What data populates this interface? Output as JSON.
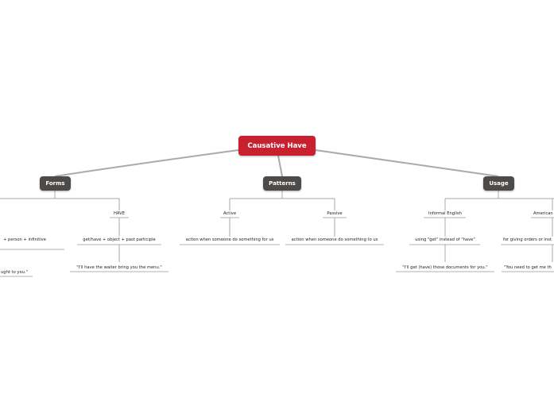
{
  "central": {
    "label": "Causative Have",
    "color": "#c8202f"
  },
  "branches": {
    "forms": {
      "label": "Forms",
      "left_partial": {
        "text": "+ person + infinitive",
        "example": "ught to you.\""
      },
      "have": {
        "label": "HAVE",
        "pattern": "get/have + object + past participle",
        "example": "\"I'll have the waiter bring you the menu.\""
      }
    },
    "patterns": {
      "label": "Patterns",
      "active": {
        "label": "Active",
        "text": "action when someone do something for us"
      },
      "passive": {
        "label": "Passive",
        "text": "action when someone do something to us"
      }
    },
    "usage": {
      "label": "Usage",
      "informal": {
        "label": "Informal English",
        "text": "using \"get\" instead of \"have\"",
        "example": "\"I'll get (have) those documents for you.\""
      },
      "american": {
        "label": "American",
        "text": "for giving orders or inst",
        "example": "\"You need to get me th"
      }
    }
  },
  "colors": {
    "main_node": "#4d4b49",
    "connector": "#b0b0b0"
  }
}
